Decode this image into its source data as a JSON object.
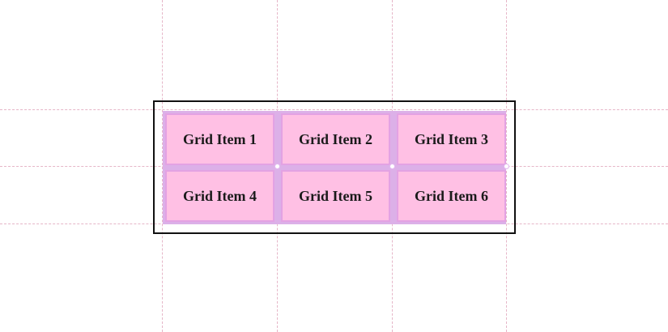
{
  "grid": {
    "items": [
      {
        "label": "Grid Item 1"
      },
      {
        "label": "Grid Item 2"
      },
      {
        "label": "Grid Item 3"
      },
      {
        "label": "Grid Item 4"
      },
      {
        "label": "Grid Item 5"
      },
      {
        "label": "Grid Item 6"
      }
    ]
  },
  "colors": {
    "item_background": "#ffc0e4",
    "grid_gap_background": "#dcb0e8",
    "container_border": "#111111",
    "overlay_line": "#e6b6c8"
  }
}
